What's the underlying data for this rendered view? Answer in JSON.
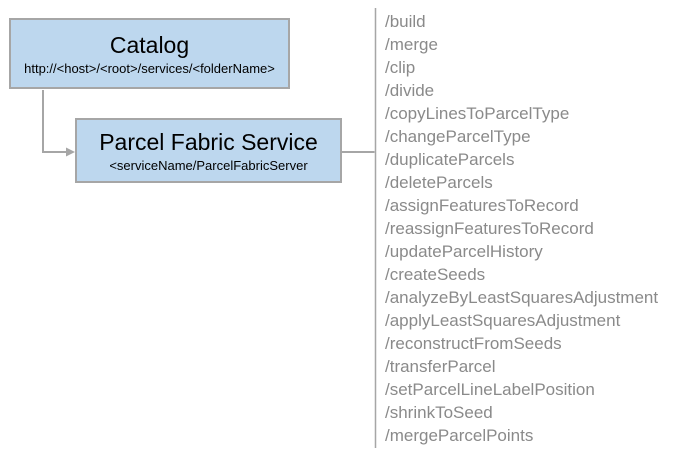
{
  "catalog": {
    "title": "Catalog",
    "subtitle": "http://<host>/<root>/services/<folderName>"
  },
  "service": {
    "title": "Parcel Fabric Service",
    "subtitle": "<serviceName/ParcelFabricServer"
  },
  "endpoints": [
    "/build",
    "/merge",
    "/clip",
    "/divide",
    "/copyLinesToParcelType",
    "/changeParcelType",
    "/duplicateParcels",
    "/deleteParcels",
    "/assignFeaturesToRecord",
    "/reassignFeaturesToRecord",
    "/updateParcelHistory",
    "/createSeeds",
    "/analyzeByLeastSquaresAdjustment",
    "/applyLeastSquaresAdjustment",
    "/reconstructFromSeeds",
    "/transferParcel",
    "/setParcelLineLabelPosition",
    "/shrinkToSeed",
    "/mergeParcelPoints"
  ],
  "colors": {
    "background": "#ffffff",
    "box_fill": "#bdd7ee",
    "box_border": "#a6a6a6",
    "connector": "#a6a6a6",
    "endpoint_text": "#8a8a8a",
    "box_text": "#000000"
  }
}
